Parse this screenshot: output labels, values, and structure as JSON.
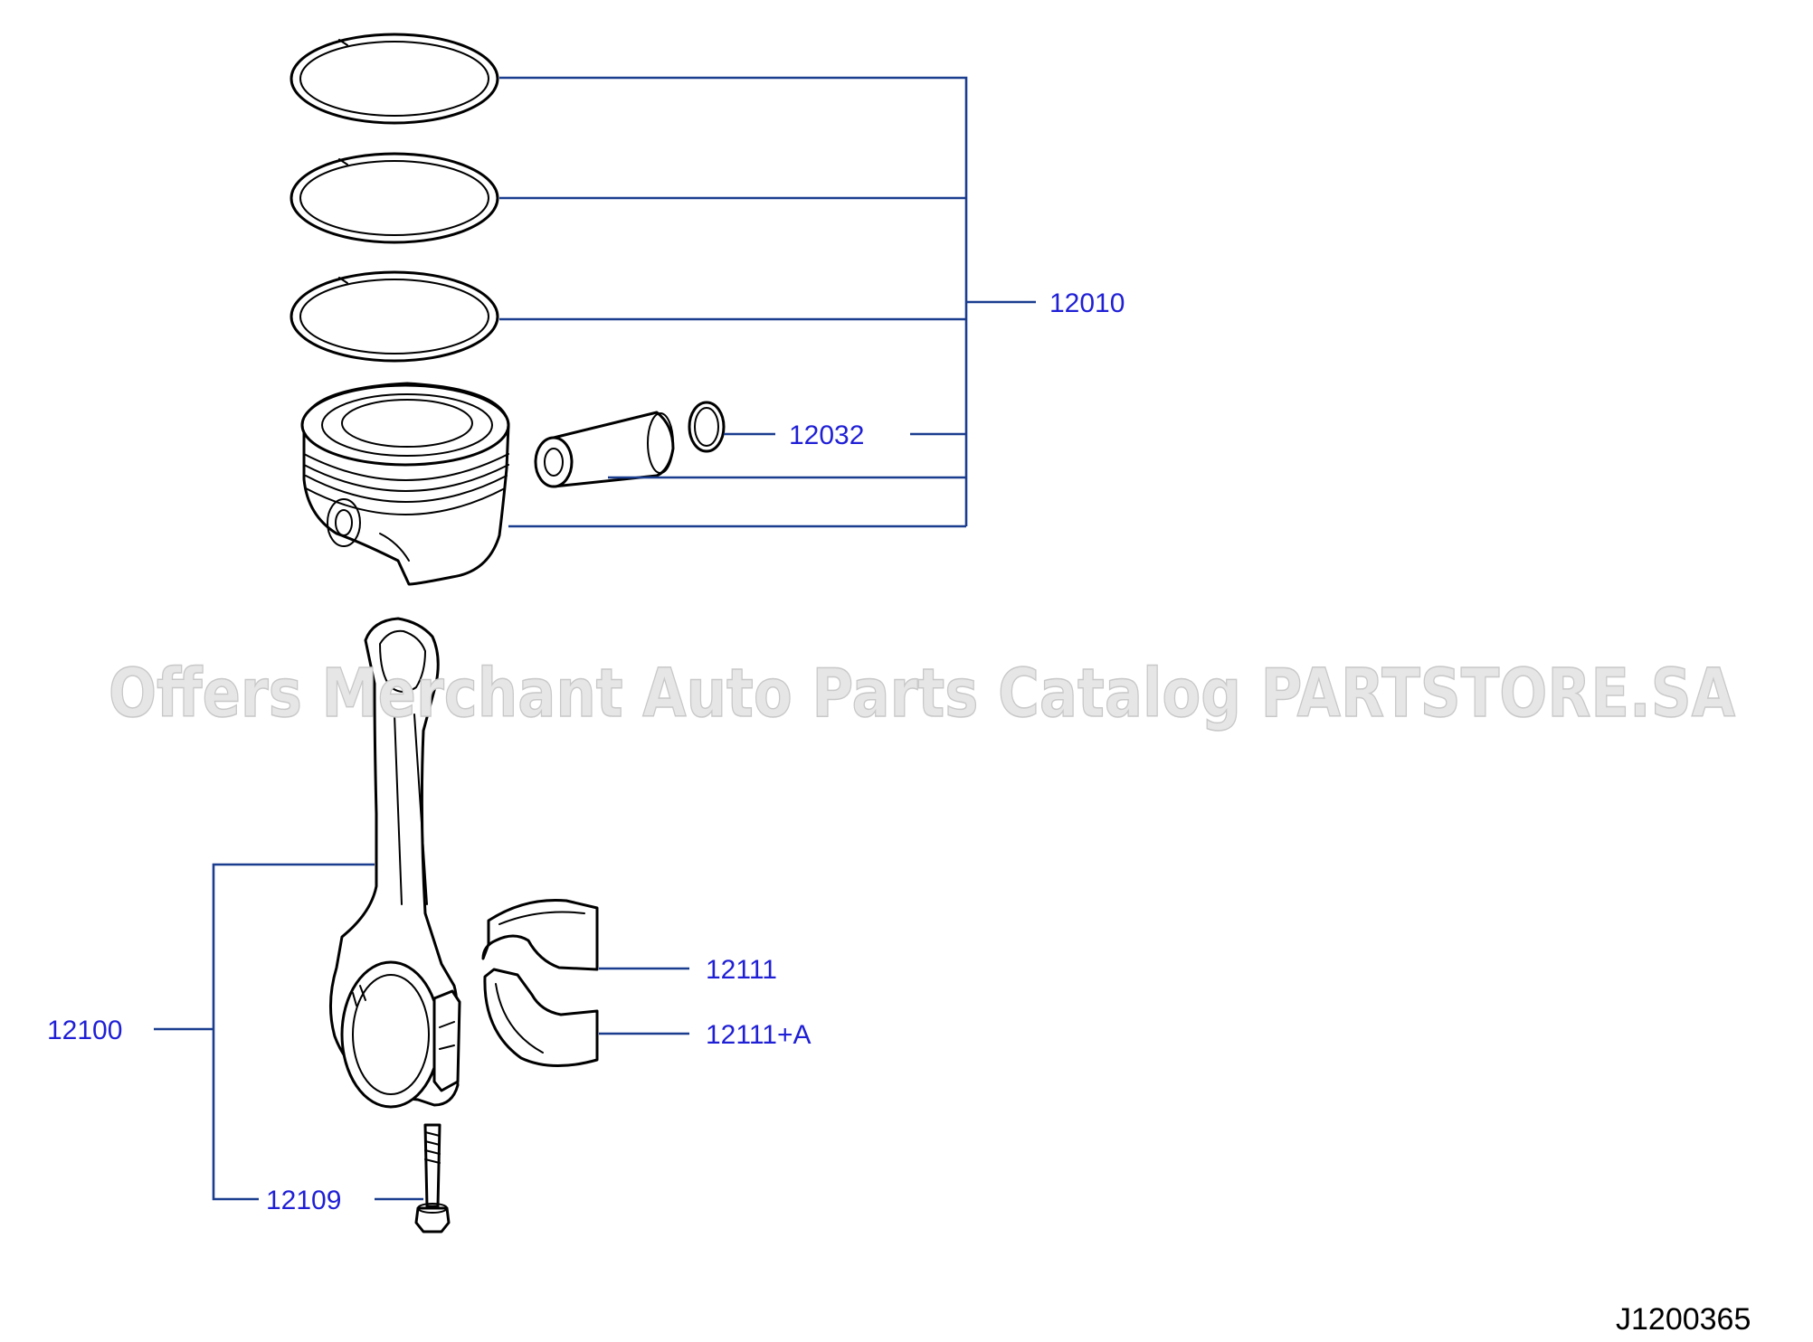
{
  "diagram": {
    "callouts": {
      "piston_assembly": "12010",
      "snap_ring": "12032",
      "connecting_rod": "12100",
      "bearing_upper": "12111",
      "bearing_lower": "12111+A",
      "rod_bolt": "12109"
    },
    "figure_code": "J1200365",
    "watermark": "Offers Merchant Auto Parts Catalog PARTSTORE.SA",
    "colors": {
      "callout_text": "#1f1fd6",
      "leader_lines": "#1a3d8f",
      "line_art": "#000000"
    }
  }
}
